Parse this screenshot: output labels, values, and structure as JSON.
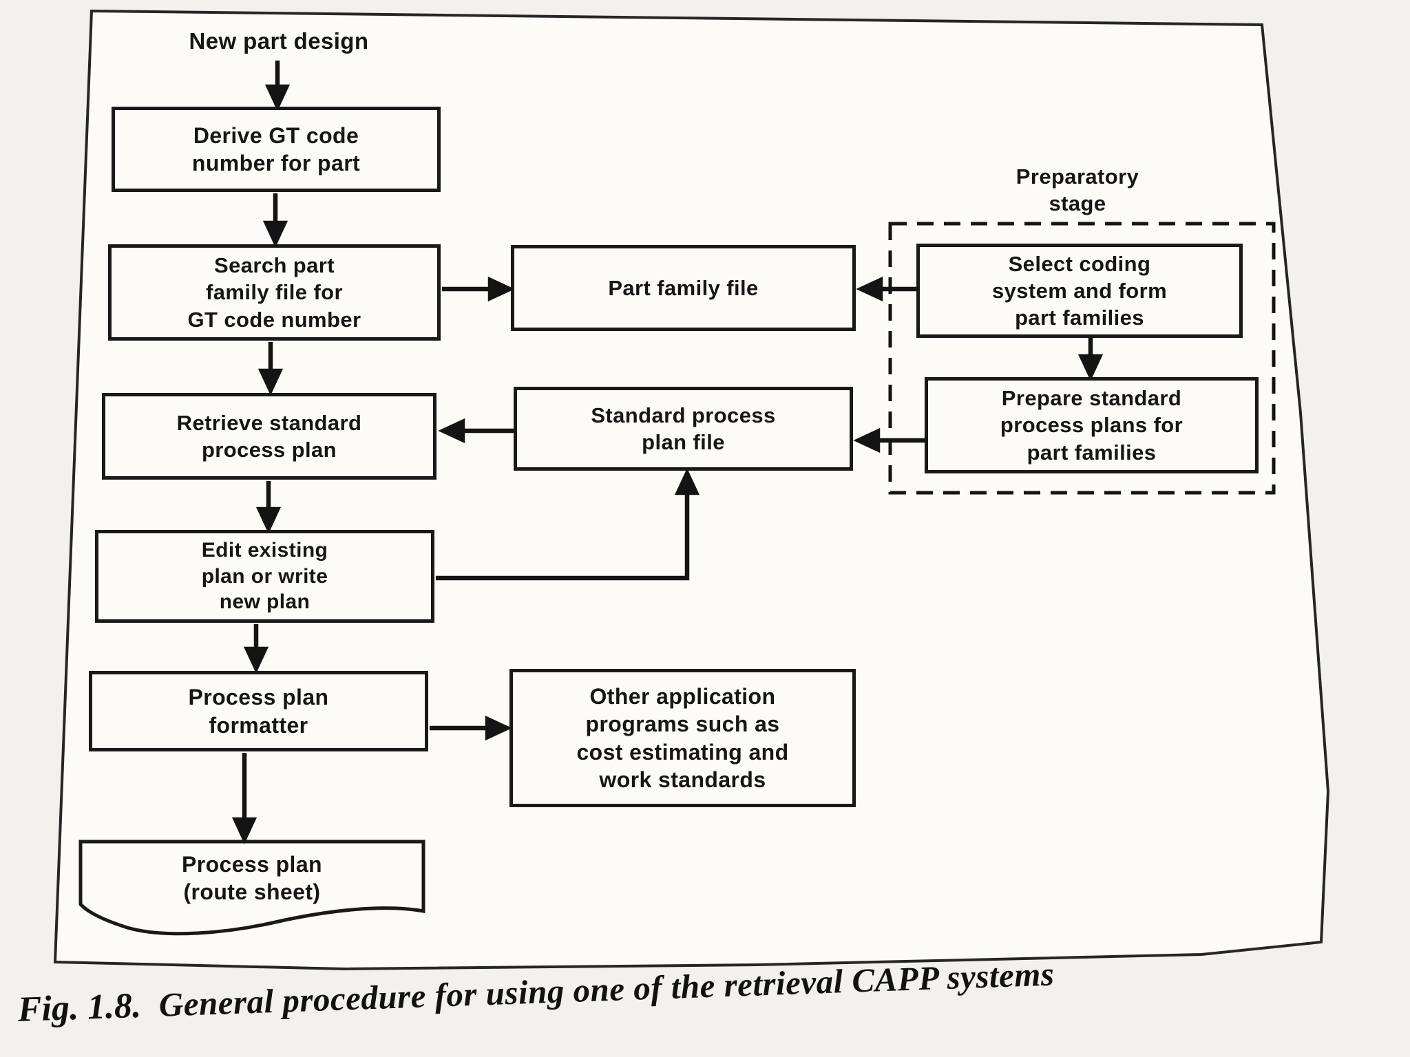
{
  "figure": {
    "caption_prefix": "Fig. 1.8.",
    "caption_text": "General procedure for using one of the retrieval CAPP systems"
  },
  "labels": {
    "start": "New part design",
    "preparatory_stage": "Preparatory\nstage"
  },
  "nodes": {
    "derive_gt": "Derive GT code\nnumber for part",
    "search_family": "Search part\nfamily file for\nGT code number",
    "part_family_file": "Part family file",
    "select_coding": "Select coding\nsystem and form\npart families",
    "prepare_plans": "Prepare standard\nprocess plans for\npart families",
    "std_plan_file": "Standard process\nplan file",
    "retrieve_plan": "Retrieve standard\nprocess plan",
    "edit_plan": "Edit existing\nplan or write\nnew plan",
    "formatter": "Process plan\nformatter",
    "other_apps": "Other application\nprograms such as\ncost estimating and\nwork standards",
    "route_sheet": "Process plan\n(route sheet)"
  },
  "colors": {
    "ink": "#191919",
    "paper": "#fcfbf8"
  }
}
